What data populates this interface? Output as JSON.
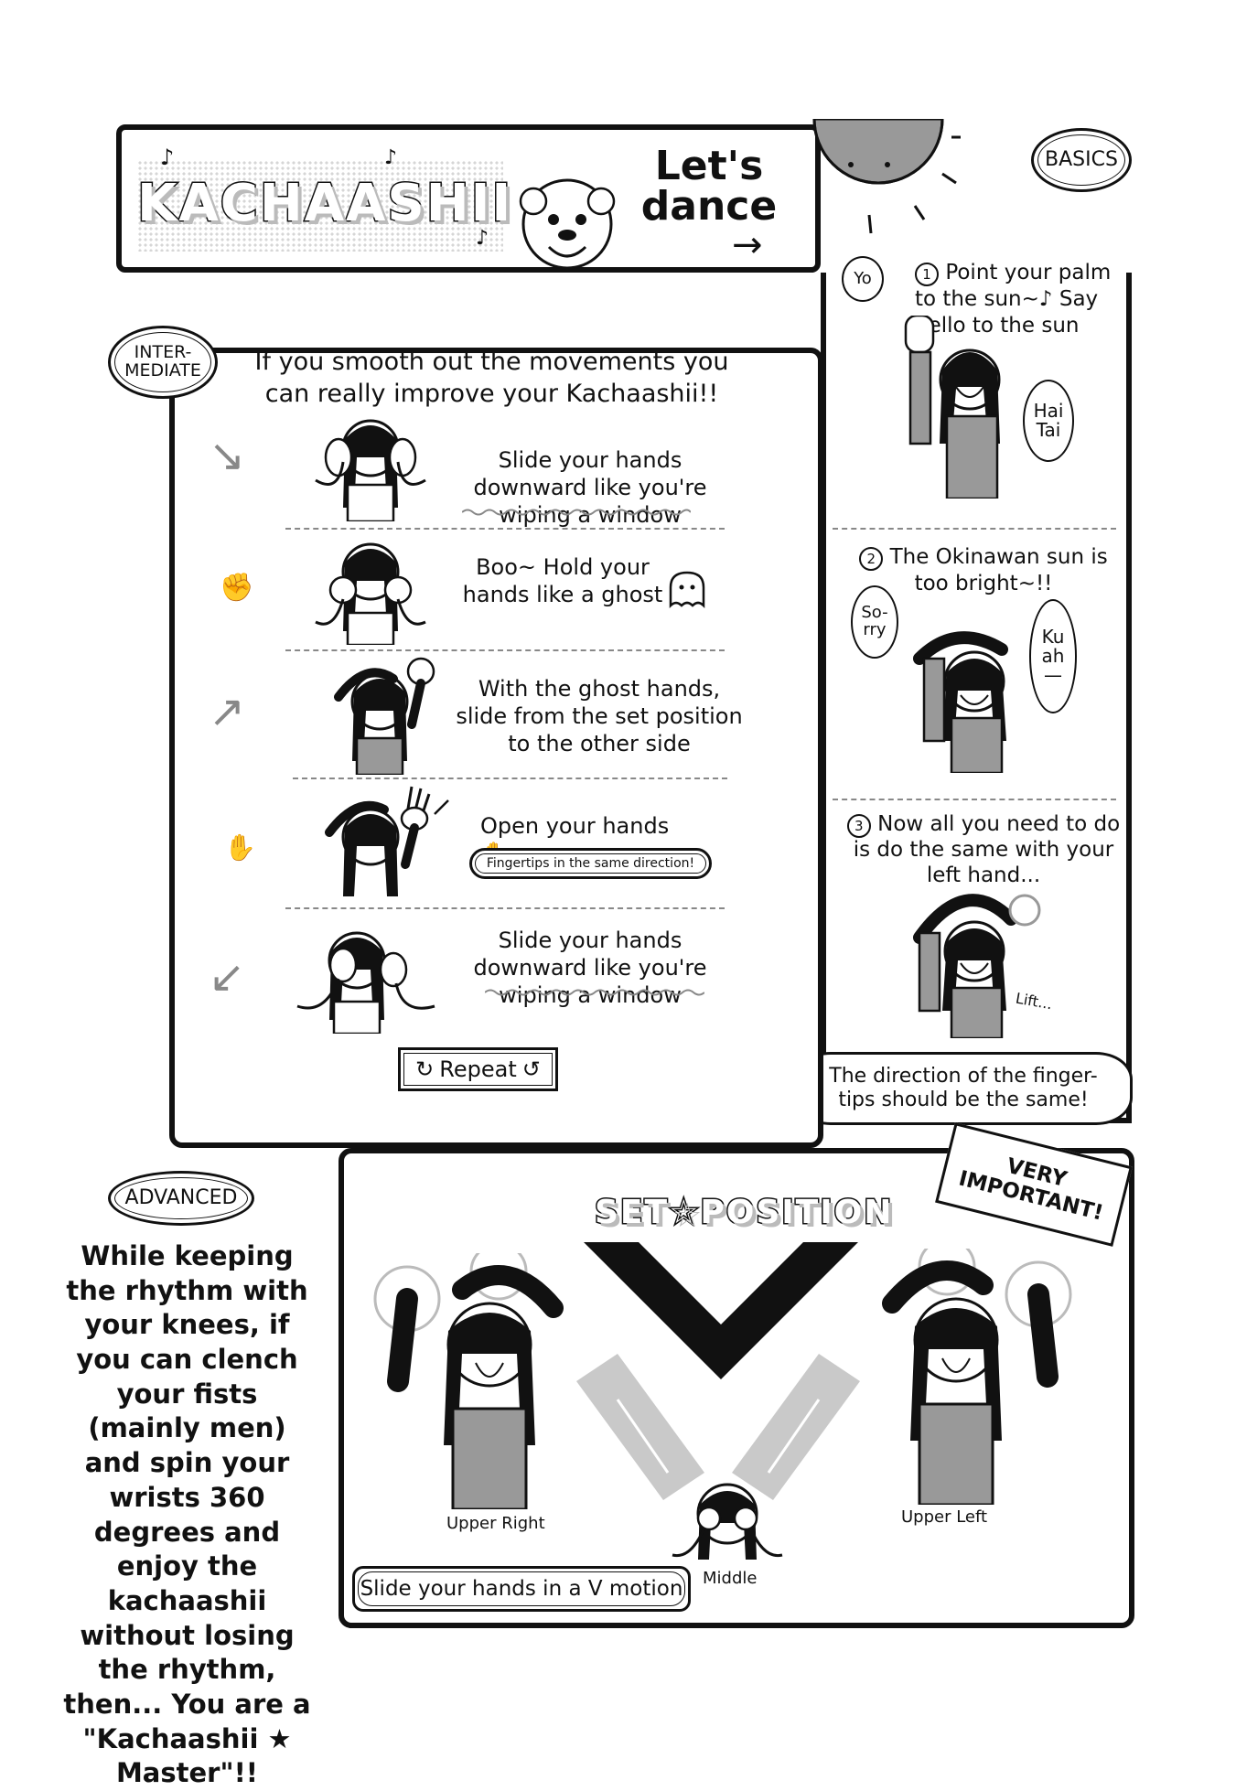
{
  "header": {
    "title": "KACHAASHII",
    "lets_dance": "Let's dance",
    "arrow": "→"
  },
  "basics": {
    "badge": "BASICS",
    "yo": "Yo",
    "step1": {
      "num": "1",
      "text": "Point your palm to the sun~♪ Say hello to the sun"
    },
    "step1_bubble": "Hai Tai",
    "step2": {
      "num": "2",
      "text": "The Okinawan sun is too bright~!!"
    },
    "step2_bubble_left": "So-rry",
    "step2_bubble_right": "Ku ah —",
    "step3": {
      "num": "3",
      "text": "Now all you need to do is do the same with your left hand..."
    },
    "step3_note": "Lift...",
    "callout": "The direction of the finger-tips should be the same!"
  },
  "intermediate": {
    "badge": "INTER-MEDIATE",
    "headline": "If you smooth out the movements you can really improve your Kachaashii!!",
    "rows": [
      {
        "text": "Slide your hands downward like you're wiping a window"
      },
      {
        "text": "Boo~ Hold your hands like a ghost"
      },
      {
        "text": "With the ghost hands, slide from the set position to the other side"
      },
      {
        "text": "Open your hands"
      },
      {
        "text": "Slide your hands downward like you're wiping a window"
      }
    ],
    "fingertips_note": "Fingertips in the same direction!",
    "repeat": "Repeat"
  },
  "advanced": {
    "badge": "ADVANCED",
    "text": "While keeping the rhythm with your knees, if you can clench your fists (mainly men) and spin your wrists 360 degrees and enjoy the kachaashii without losing the rhythm, then... You are a \"Kachaashii ★ Master\"!!"
  },
  "set_position": {
    "title": "SET☆POSITION",
    "very_important": "VERY IMPORTANT!",
    "upper_right": "Upper Right",
    "upper_left": "Upper Left",
    "middle": "Middle",
    "v_motion": "Slide your hands in a V motion"
  }
}
